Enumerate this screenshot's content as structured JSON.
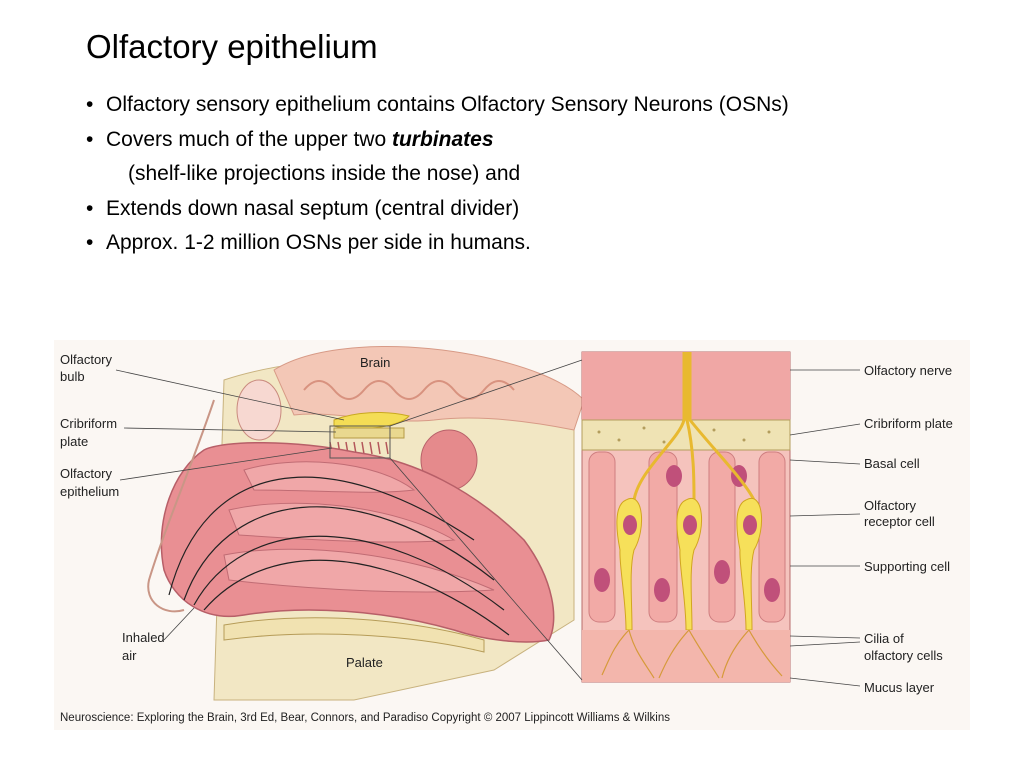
{
  "slide": {
    "title": "Olfactory epithelium",
    "bullets": [
      {
        "text_before": "Olfactory sensory epithelium contains Olfactory Sensory Neurons (OSNs)",
        "emph": "",
        "text_after": ""
      },
      {
        "text_before": "Covers much of the upper two ",
        "emph": "turbinates",
        "text_after": ""
      },
      {
        "text_before": "(shelf-like projections inside the nose) and",
        "emph": "",
        "text_after": "",
        "continuation": true
      },
      {
        "text_before": "Extends down nasal septum (central divider)",
        "emph": "",
        "text_after": ""
      },
      {
        "text_before": "Approx.  1-2 million OSNs per side in humans.",
        "emph": "",
        "text_after": ""
      }
    ]
  },
  "figure": {
    "left_labels": {
      "olfactory_bulb": [
        "Olfactory",
        "bulb"
      ],
      "cribriform_plate": [
        "Cribriform",
        "plate"
      ],
      "olfactory_epithelium": [
        "Olfactory",
        "epithelium"
      ],
      "inhaled_air": [
        "Inhaled",
        "air"
      ],
      "brain": "Brain",
      "palate": "Palate"
    },
    "right_labels": {
      "olfactory_nerve": "Olfactory nerve",
      "cribriform_plate": "Cribriform plate",
      "basal_cell": "Basal cell",
      "olfactory_receptor_cell": [
        "Olfactory",
        "receptor cell"
      ],
      "supporting_cell": "Supporting cell",
      "cilia": [
        "Cilia of",
        "olfactory cells"
      ],
      "mucus_layer": "Mucus layer"
    },
    "credit": "Neuroscience: Exploring the Brain, 3rd Ed, Bear, Connors, and Paradiso Copyright © 2007 Lippincott Williams & Wilkins",
    "colors": {
      "tissue_pink": "#e98f93",
      "nerve_yellow": "#f6e05a",
      "bone_beige": "#efe3b4",
      "cell_pink": "#f4b7b4",
      "nucleus_purple": "#c0507a"
    }
  }
}
